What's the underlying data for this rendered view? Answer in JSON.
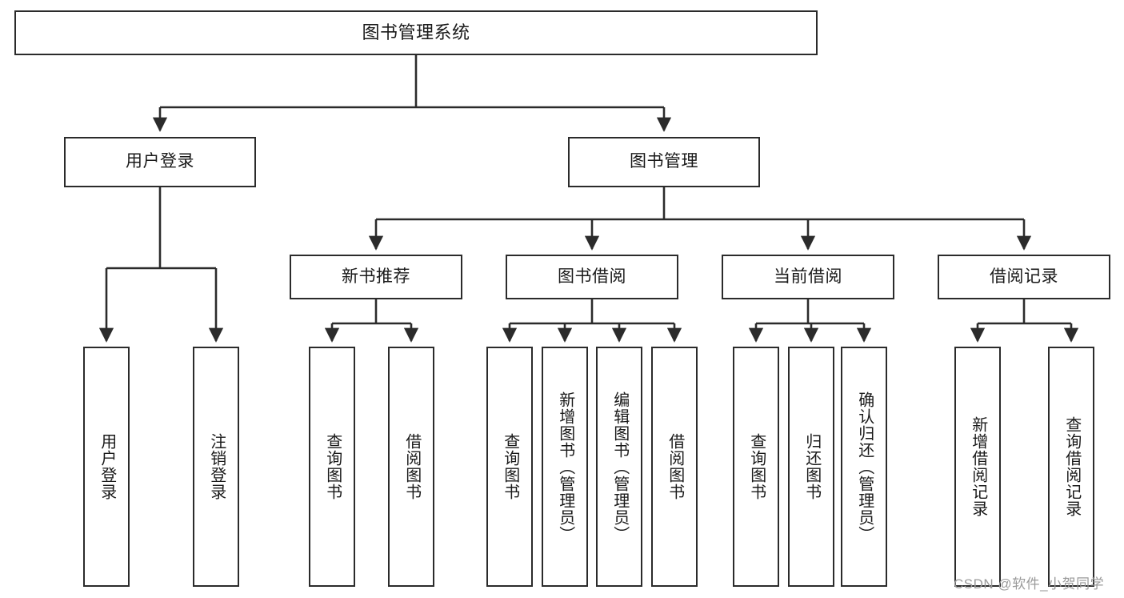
{
  "diagram": {
    "title": "图书管理系统",
    "type": "hierarchy-tree",
    "colors": {
      "box_border": "#2b2b2b",
      "box_fill": "#ffffff",
      "connector": "#2b2b2b",
      "text": "#1a1a1a",
      "watermark": "#9a9a9a"
    },
    "levels": {
      "root": {
        "label": "图书管理系统"
      },
      "level2": [
        {
          "id": "user-login",
          "label": "用户登录"
        },
        {
          "id": "book-management",
          "label": "图书管理"
        }
      ],
      "level3": [
        {
          "id": "new-book-recommend",
          "label": "新书推荐"
        },
        {
          "id": "book-borrow",
          "label": "图书借阅"
        },
        {
          "id": "current-borrow",
          "label": "当前借阅"
        },
        {
          "id": "borrow-record",
          "label": "借阅记录"
        }
      ],
      "leaves": {
        "user_login": [
          {
            "id": "leaf-user-login",
            "label": "用户登录"
          },
          {
            "id": "leaf-logout-login",
            "label": "注销登录"
          }
        ],
        "new_book_recommend": [
          {
            "id": "leaf-query-book-1",
            "label": "查询图书"
          },
          {
            "id": "leaf-borrow-book-1",
            "label": "借阅图书"
          }
        ],
        "book_borrow": [
          {
            "id": "leaf-query-book-2",
            "label": "查询图书"
          },
          {
            "id": "leaf-add-book-admin",
            "label": "新增图书（管理员）"
          },
          {
            "id": "leaf-edit-book-admin",
            "label": "编辑图书（管理员）"
          },
          {
            "id": "leaf-borrow-book-2",
            "label": "借阅图书"
          }
        ],
        "current_borrow": [
          {
            "id": "leaf-query-book-3",
            "label": "查询图书"
          },
          {
            "id": "leaf-return-book",
            "label": "归还图书"
          },
          {
            "id": "leaf-confirm-return-admin",
            "label": "确认归还（管理员）"
          }
        ],
        "borrow_record": [
          {
            "id": "leaf-add-borrow-record",
            "label": "新增借阅记录"
          },
          {
            "id": "leaf-query-borrow-record",
            "label": "查询借阅记录"
          }
        ]
      }
    },
    "watermark": "CSDN @软件_小贺同学"
  }
}
